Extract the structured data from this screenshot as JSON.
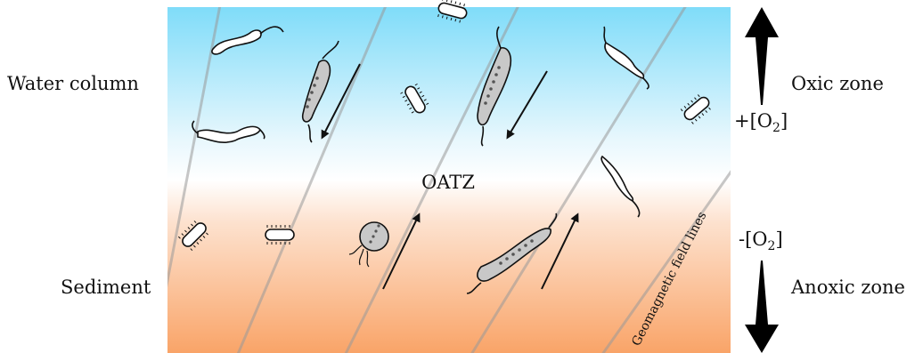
{
  "left_labels": {
    "water_column": "Water column",
    "sediment": "Sediment"
  },
  "center_label": "OATZ",
  "field_lines_label": "Geomagnetic field lines",
  "right_labels": {
    "oxic_zone": "Oxic zone",
    "anoxic_zone": "Anoxic zone",
    "o2_plus": "+[O",
    "o2_minus": "-[O",
    "o2_subscript": "2",
    "o2_close": "]"
  },
  "colors": {
    "water_top": "#7fdcf9",
    "water_mid": "#ffffff",
    "sediment_bottom": "#f9a468",
    "cell_gray": "#c8c8c8",
    "outline": "#111111"
  }
}
